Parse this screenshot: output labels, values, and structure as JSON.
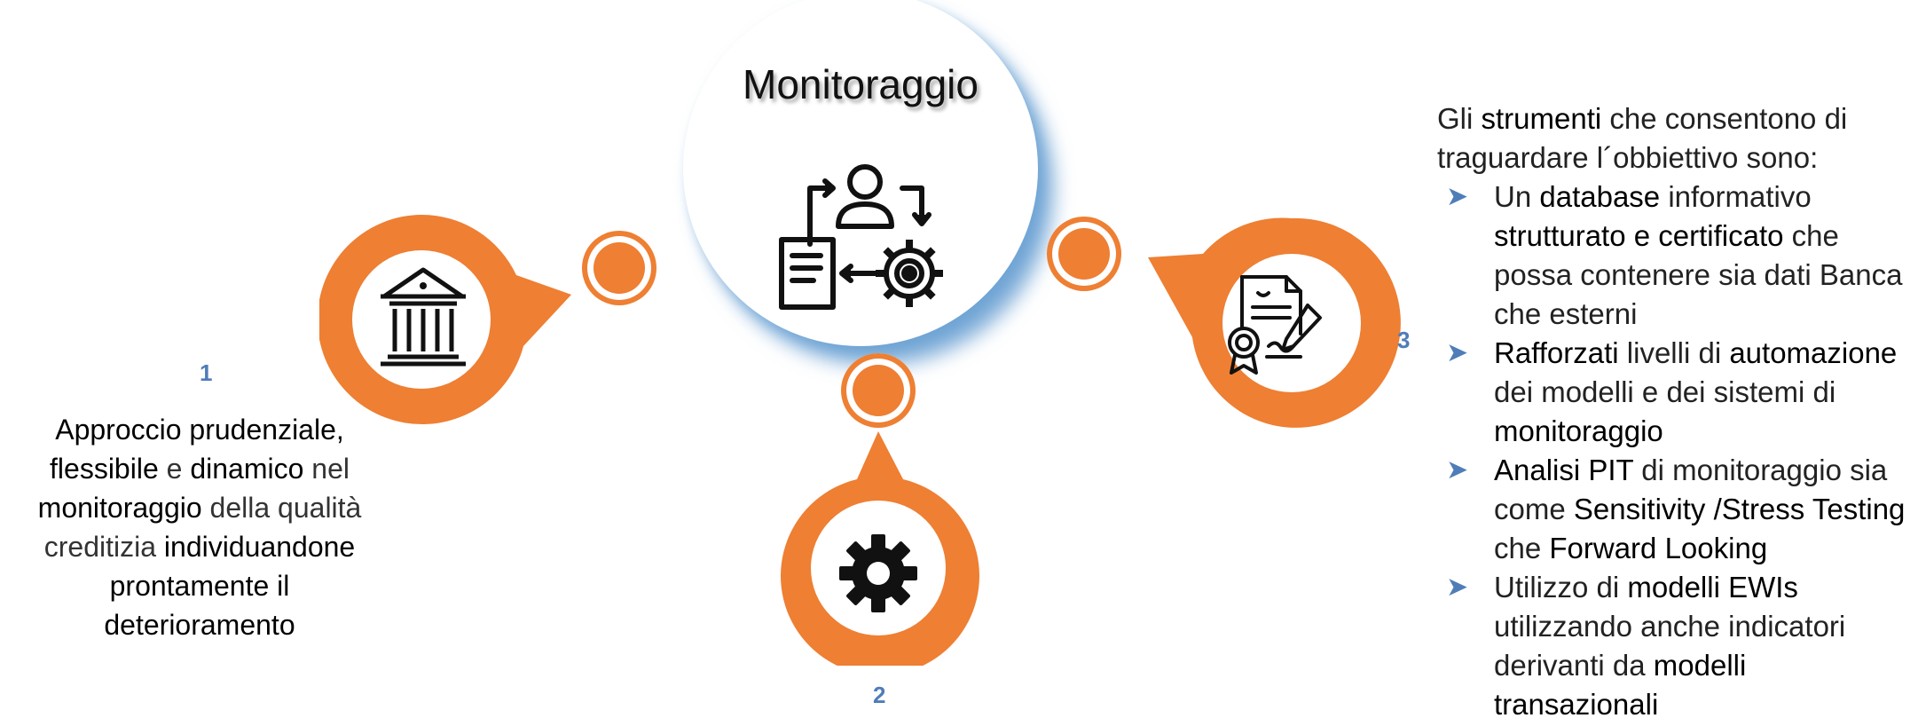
{
  "center": {
    "title": "Monitoraggio"
  },
  "steps": [
    {
      "number": "1",
      "icon": "bank-icon"
    },
    {
      "number": "2",
      "icon": "gear-icon"
    },
    {
      "number": "3",
      "icon": "certificate-contract-icon"
    }
  ],
  "left_text": {
    "line1": "Approccio prudenziale,",
    "line2_a": "flessibile",
    "line2_b": " e ",
    "line2_c": "dinamico",
    "line2_d": " nel",
    "line3_a": "monitoraggio",
    "line3_b": " della qualità",
    "line4_a": "creditizia ",
    "line4_b": "individuandone",
    "line5": "prontamente il",
    "line6": "deterioramento"
  },
  "right": {
    "intro_a": "Gli ",
    "intro_b": "strumenti",
    "intro_c": " che consentono di traguardare l´obbiettivo sono:",
    "items": [
      {
        "a": "Un ",
        "b": "database",
        "c": " informativo ",
        "d": "strutturato e certificato",
        "e": " che possa contenere sia dati Banca che esterni"
      },
      {
        "a": "",
        "b": "Rafforzati",
        "c": " livelli di ",
        "d": "automazione",
        "e": " dei modelli e dei sistemi di ",
        "f": "monitoraggio"
      },
      {
        "a": "",
        "b": "Analisi PIT",
        "c": " di monitoraggio sia come ",
        "d": "Sensitivity /Stress Testing",
        "e": " che  ",
        "f": "Forward Looking"
      },
      {
        "a": "Utilizzo di ",
        "b": "modelli  EWIs",
        "c": " utilizzando anche indicatori derivanti da ",
        "d": "modelli transazionali",
        "e": ""
      }
    ]
  },
  "colors": {
    "orange": "#ee7f33",
    "accent_blue": "#4f7db8",
    "shadow_blue": "#5a96cd"
  }
}
